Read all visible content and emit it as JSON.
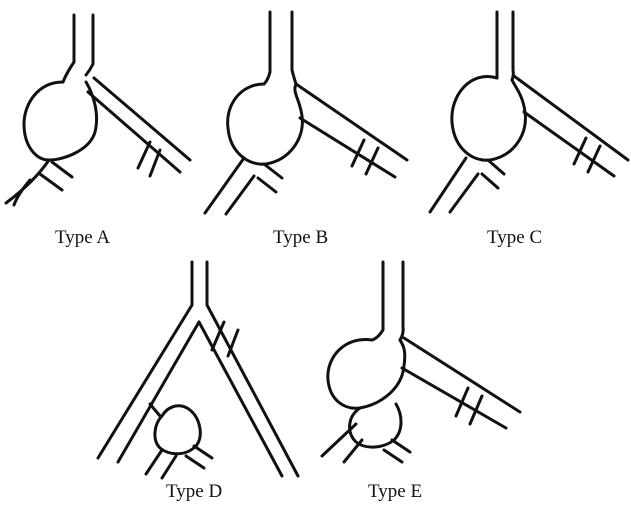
{
  "figure": {
    "panels": [
      {
        "id": "A",
        "label": "Type A"
      },
      {
        "id": "B",
        "label": "Type B"
      },
      {
        "id": "C",
        "label": "Type C"
      },
      {
        "id": "D",
        "label": "Type D"
      },
      {
        "id": "E",
        "label": "Type E"
      }
    ]
  }
}
